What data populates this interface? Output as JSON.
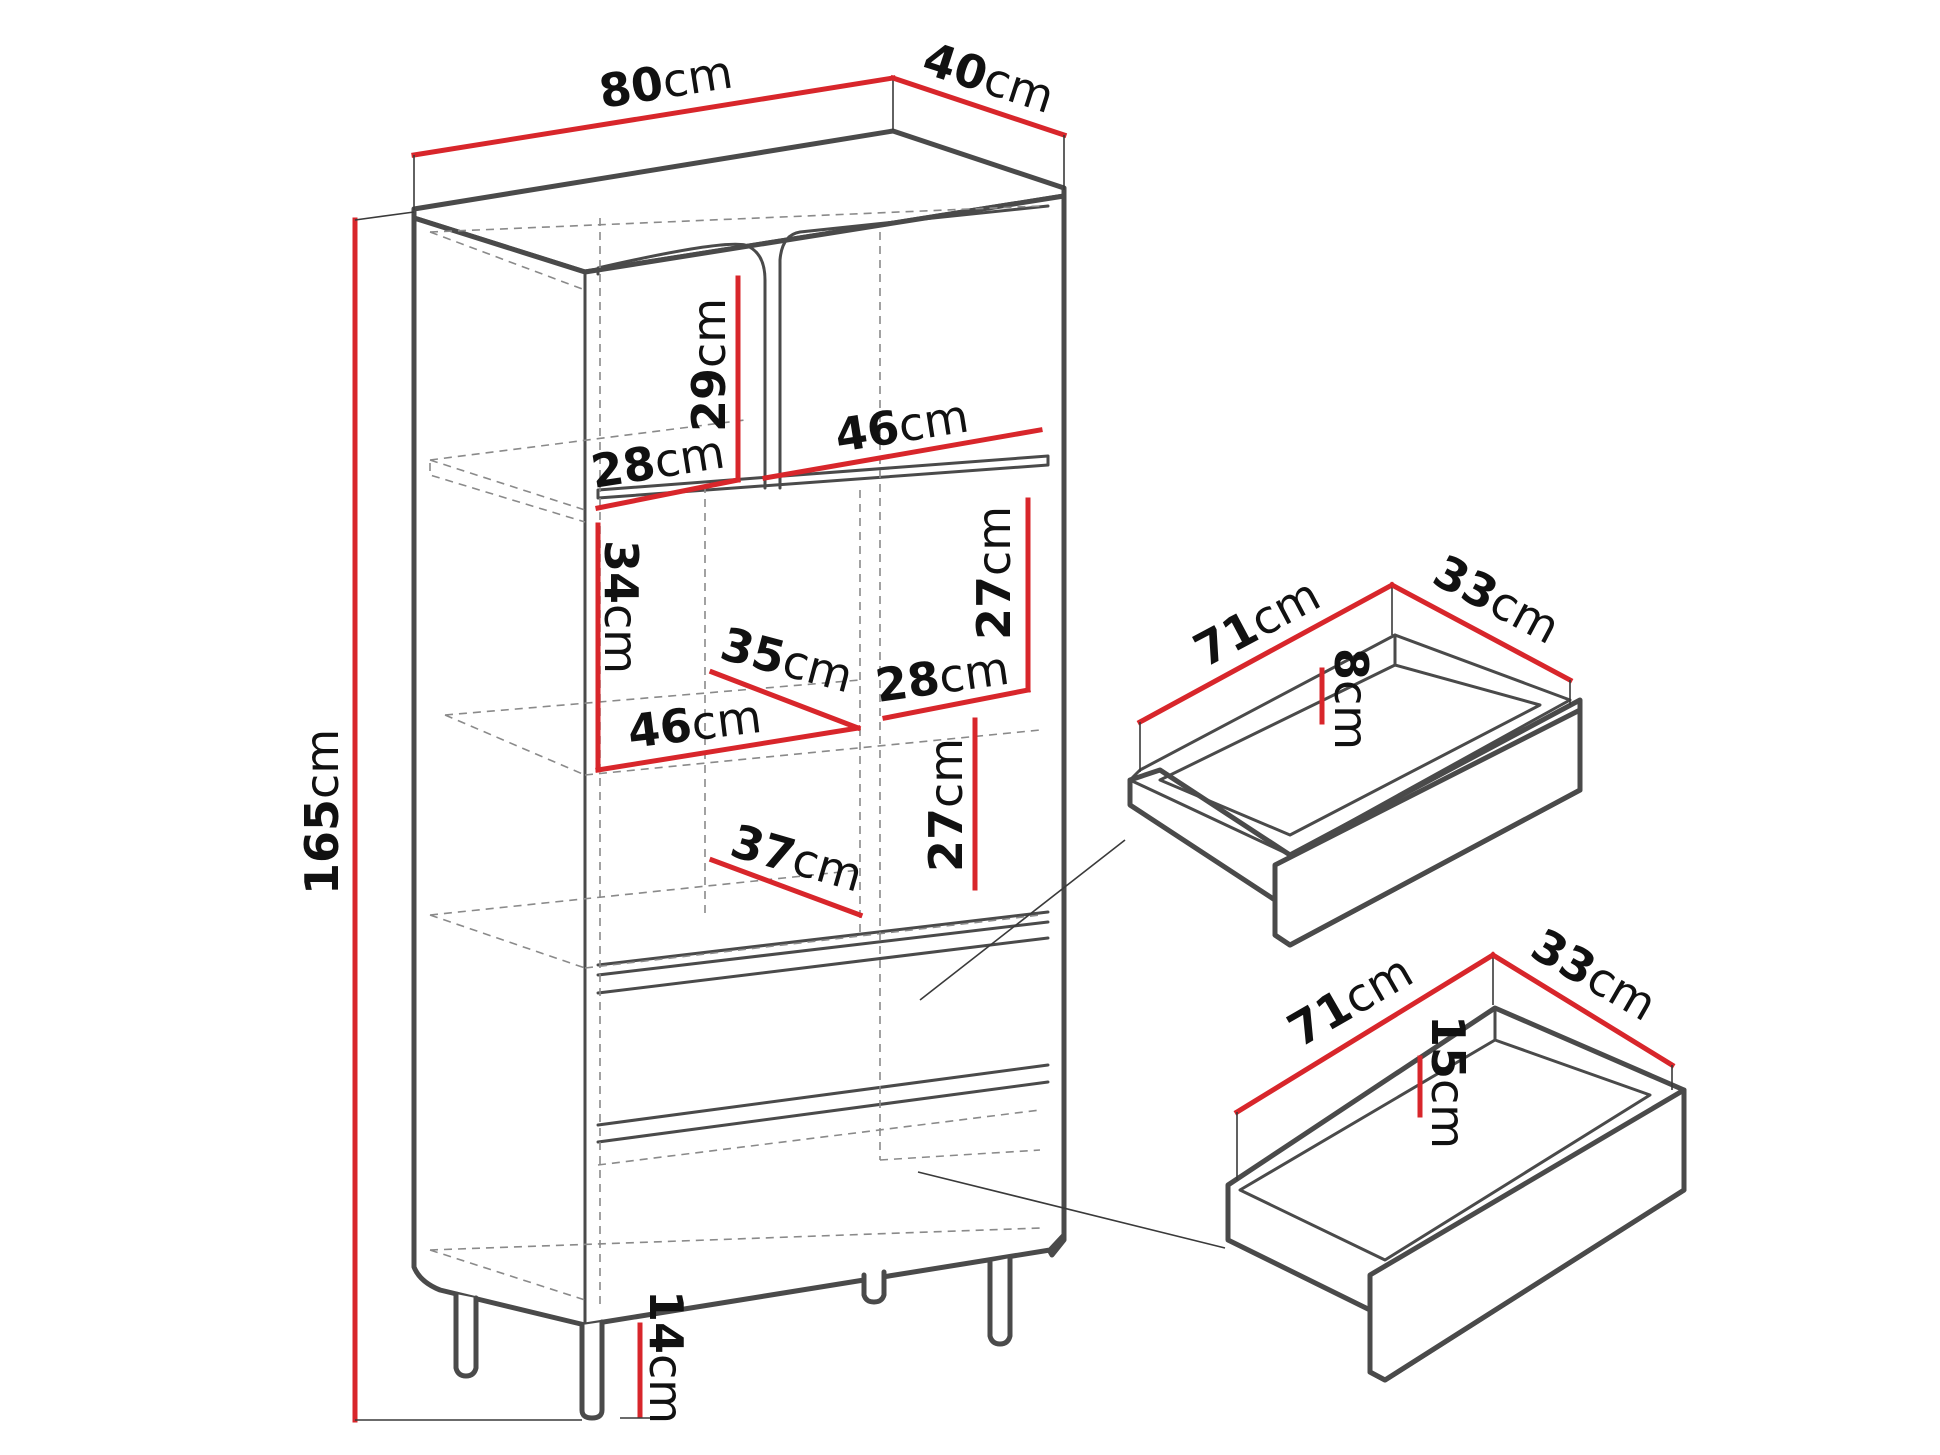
{
  "colors": {
    "dimension_line": "#d8262b",
    "outline": "#4a4a4a",
    "hidden_edge": "#8a8a8a"
  },
  "cabinet": {
    "width": {
      "value": "80",
      "unit": "cm"
    },
    "depth": {
      "value": "40",
      "unit": "cm"
    },
    "height": {
      "value": "165",
      "unit": "cm"
    },
    "top_left_compartment_height": {
      "value": "29",
      "unit": "cm"
    },
    "top_left_compartment_width": {
      "value": "28",
      "unit": "cm"
    },
    "top_right_compartment_width": {
      "value": "46",
      "unit": "cm"
    },
    "middle_left_compartment_height": {
      "value": "34",
      "unit": "cm"
    },
    "middle_left_compartment_depth": {
      "value": "35",
      "unit": "cm"
    },
    "middle_left_compartment_width": {
      "value": "46",
      "unit": "cm"
    },
    "middle_right_compartment_height": {
      "value": "27",
      "unit": "cm"
    },
    "middle_right_compartment_width": {
      "value": "28",
      "unit": "cm"
    },
    "lower_right_compartment_height": {
      "value": "27",
      "unit": "cm"
    },
    "lower_compartment_depth": {
      "value": "37",
      "unit": "cm"
    },
    "leg_height": {
      "value": "14",
      "unit": "cm"
    }
  },
  "drawers": [
    {
      "width": {
        "value": "71",
        "unit": "cm"
      },
      "depth": {
        "value": "33",
        "unit": "cm"
      },
      "height": {
        "value": "8",
        "unit": "cm"
      }
    },
    {
      "width": {
        "value": "71",
        "unit": "cm"
      },
      "depth": {
        "value": "33",
        "unit": "cm"
      },
      "height": {
        "value": "15",
        "unit": "cm"
      }
    }
  ]
}
